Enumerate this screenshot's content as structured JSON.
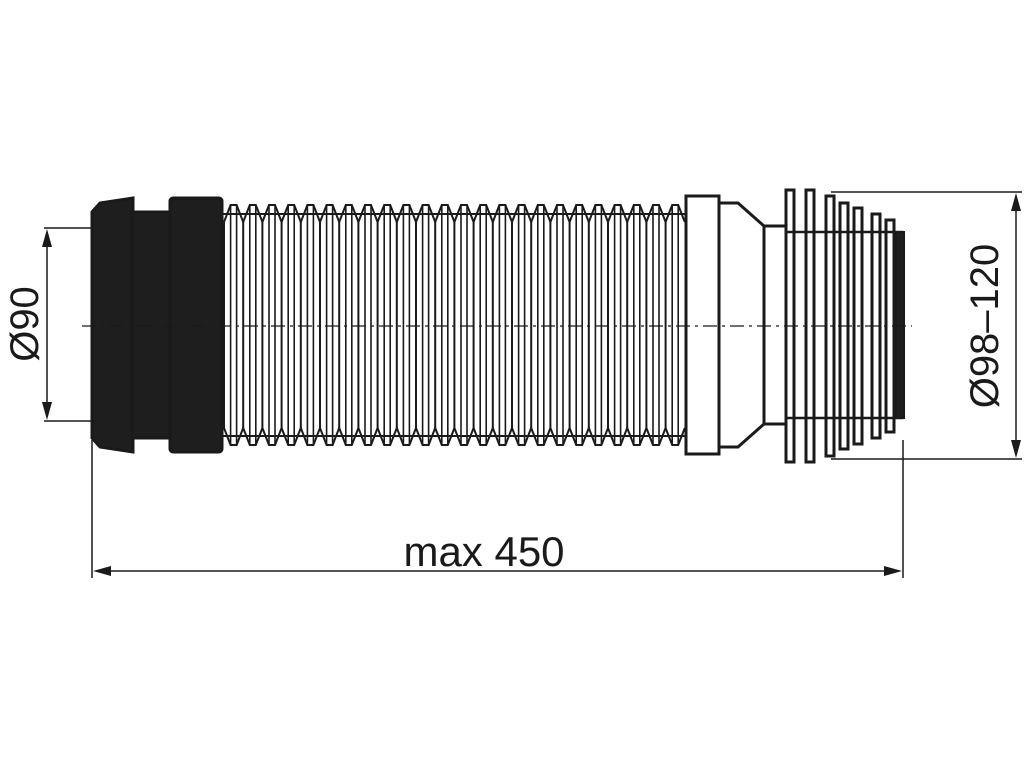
{
  "drawing": {
    "left_diameter_label": "Ø90",
    "right_diameter_label": "Ø98–120",
    "length_label": "max 450",
    "colors": {
      "line": "#1a1a1a",
      "seal": "#1e1e1e",
      "body": "#ffffff"
    }
  }
}
